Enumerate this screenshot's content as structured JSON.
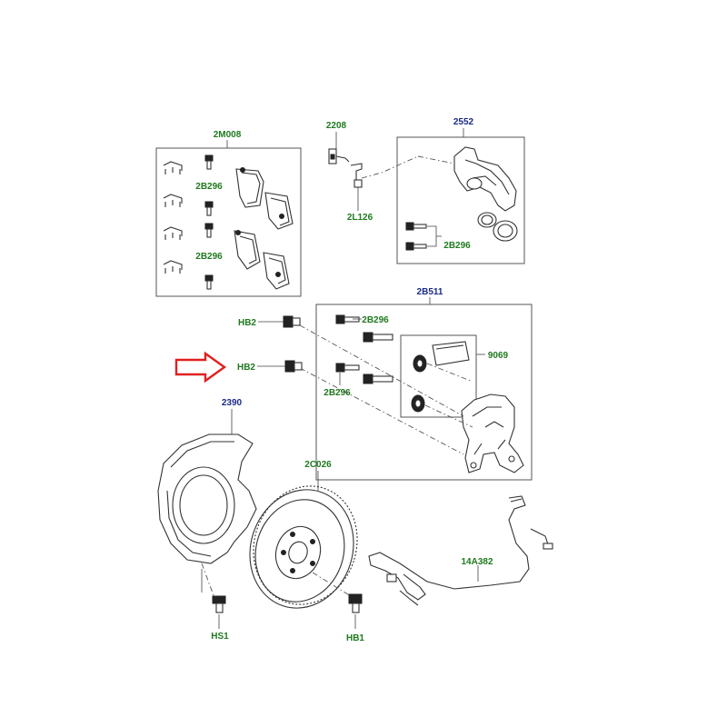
{
  "labels": {
    "kit_pads": "2M008",
    "bolt_pads_top": "2B296",
    "bolt_pads_bottom": "2B296",
    "sensor_wear": "2208",
    "bracket_sensor": "2L126",
    "caliper": "2552",
    "bolt_caliper": "2B296",
    "caliper_carrier_kit": "2B511",
    "bolt_carrier_top": "2B296",
    "bolt_carrier_bottom": "2B296",
    "guide_pin_kit": "9069",
    "hb2_top": "HB2",
    "hb2_bottom": "HB2",
    "backplate": "2390",
    "disc": "2C026",
    "abs_sensor": "14A382",
    "hs1": "HS1",
    "hb1": "HB1"
  },
  "colors": {
    "part_number_green": "#1f7a1f",
    "part_number_blue": "#1a2a8a",
    "highlight_arrow": "#e02020"
  }
}
